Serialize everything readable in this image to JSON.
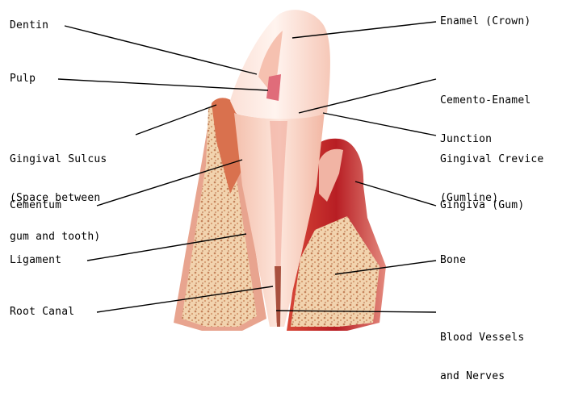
{
  "labels": {
    "dentin": "Dentin",
    "pulp": "Pulp",
    "gingival_sulcus": [
      "Gingival Sulcus",
      "(Space between",
      "gum and tooth)"
    ],
    "cementum": "Cementum",
    "ligament": "Ligament",
    "root_canal": "Root Canal",
    "enamel": "Enamel (Crown)",
    "cemento_enamel": [
      "Cemento-Enamel",
      "Junction"
    ],
    "gingival_crevice": [
      "Gingival Crevice",
      "(Gumline)"
    ],
    "gingiva": "Gingiva (Gum)",
    "bone": "Bone",
    "blood_vessels": [
      "Blood Vessels",
      "and Nerves"
    ]
  },
  "colors": {
    "enamel": "#fde3d8",
    "dentin": "#f5b8a8",
    "pulp": "#e07880",
    "gum": "#c0262a",
    "gum_light": "#e98f86",
    "bone": "#efc9a0",
    "bone_dots": "#c07a50",
    "leader": "#000000"
  }
}
